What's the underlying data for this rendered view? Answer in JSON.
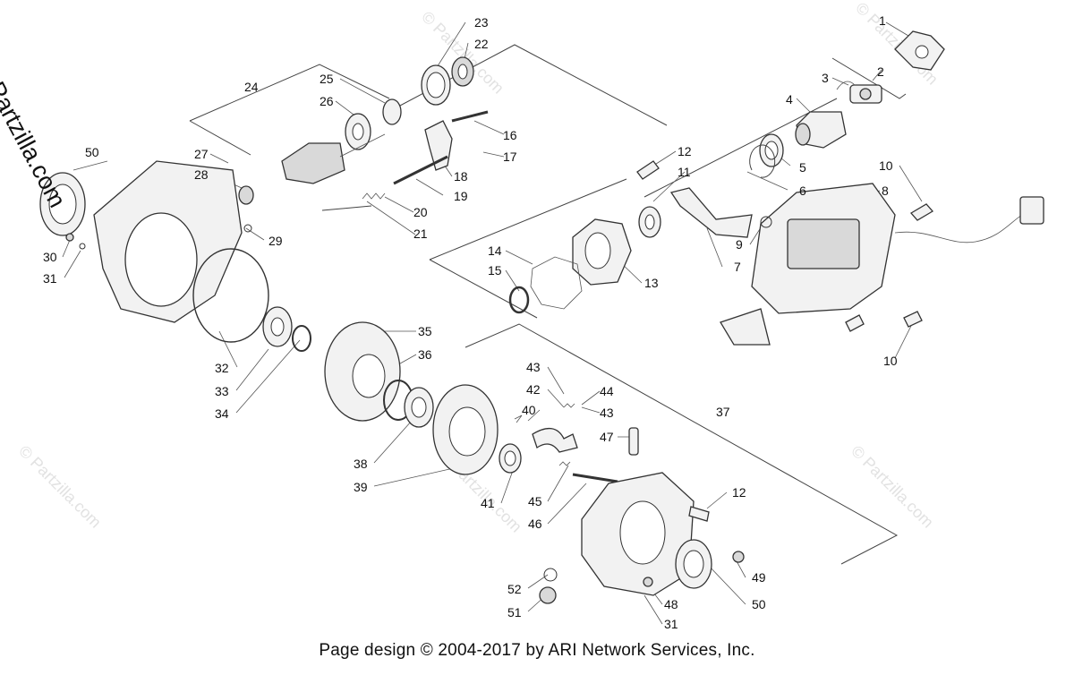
{
  "watermark": {
    "corner": "© Partzilla.com",
    "faint": "© Partzilla.com"
  },
  "footer": "Page design © 2004-2017 by ARI Network Services, Inc.",
  "callouts": {
    "c1": "1",
    "c2": "2",
    "c3": "3",
    "c4": "4",
    "c5": "5",
    "c6": "6",
    "c7": "7",
    "c8": "8",
    "c9": "9",
    "c10a": "10",
    "c10b": "10",
    "c11": "11",
    "c12a": "12",
    "c12b": "12",
    "c13": "13",
    "c14": "14",
    "c15": "15",
    "c16": "16",
    "c17": "17",
    "c18": "18",
    "c19": "19",
    "c20": "20",
    "c21": "21",
    "c22": "22",
    "c23": "23",
    "c24": "24",
    "c25": "25",
    "c26": "26",
    "c27": "27",
    "c28": "28",
    "c29": "29",
    "c30": "30",
    "c31a": "31",
    "c31b": "31",
    "c32": "32",
    "c33": "33",
    "c34": "34",
    "c35": "35",
    "c36": "36",
    "c37": "37",
    "c38": "38",
    "c39": "39",
    "c40": "40",
    "c41": "41",
    "c42": "42",
    "c43a": "43",
    "c43b": "43",
    "c44": "44",
    "c45": "45",
    "c46": "46",
    "c47": "47",
    "c48": "48",
    "c49": "49",
    "c50a": "50",
    "c50b": "50",
    "c51": "51",
    "c52": "52"
  }
}
